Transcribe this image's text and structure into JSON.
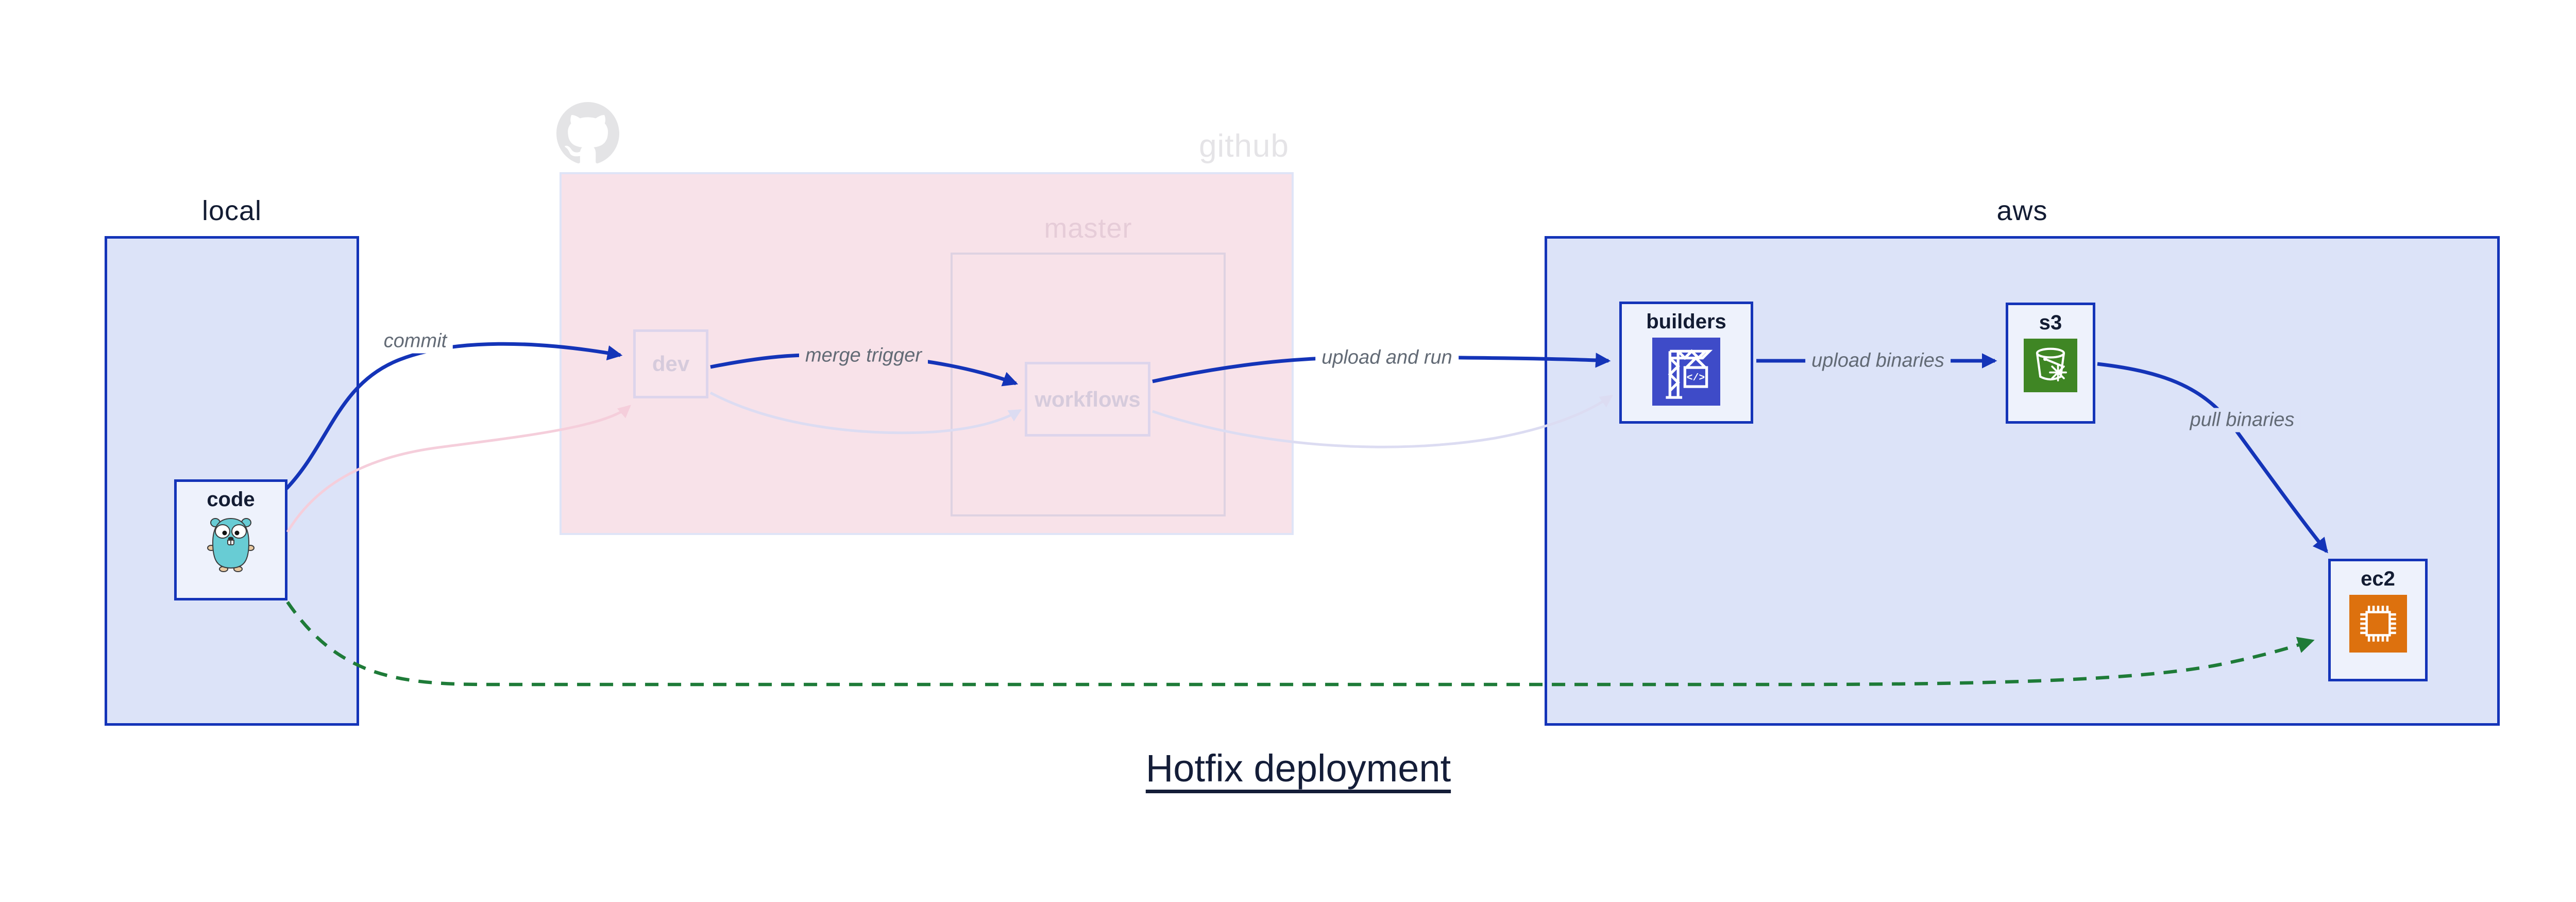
{
  "title": "Hotfix deployment",
  "groups": {
    "local": {
      "label": "local"
    },
    "github": {
      "label": "github",
      "master": {
        "label": "master"
      }
    },
    "aws": {
      "label": "aws"
    }
  },
  "nodes": {
    "code": {
      "label": "code",
      "icon": "go-gopher-icon"
    },
    "dev": {
      "label": "dev"
    },
    "workflows": {
      "label": "workflows"
    },
    "builders": {
      "label": "builders",
      "icon": "codebuild-crane-icon",
      "icon_glyph": "</>"
    },
    "s3": {
      "label": "s3",
      "icon": "s3-glacier-bucket-icon"
    },
    "ec2": {
      "label": "ec2",
      "icon": "ec2-chip-icon"
    }
  },
  "edges": {
    "commit": {
      "label": "commit"
    },
    "merge_trigger": {
      "label": "merge trigger"
    },
    "upload_and_run": {
      "label": "upload and run"
    },
    "upload_binaries": {
      "label": "upload binaries"
    },
    "pull_binaries": {
      "label": "pull binaries"
    }
  },
  "colors": {
    "blue": "#1434b8",
    "green": "#1e7b38",
    "group-fill": "#dce3f8",
    "node-fill": "#eef2fc",
    "pink-fill": "#f8e2e9",
    "pink-border": "#dfe4f7",
    "master-border": "#ded2e2",
    "master-text": "#e6ccd8",
    "faded-border": "#ddd5ec",
    "faded-node-fill": "#f8e5ec",
    "faded-text": "#d6cbdc",
    "github-text": "#e5e4e7",
    "octocat": "#e4e4e6",
    "navy": "#131c33",
    "edge-label": "#626a75",
    "pink-arrow": "#f5cedb",
    "lavender-arrow": "#dcdcf2",
    "codebuild": "#3e4bc8",
    "s3-green": "#3f8624",
    "ec2-orange": "#dd710e",
    "gopher-teal": "#68ccd4"
  }
}
